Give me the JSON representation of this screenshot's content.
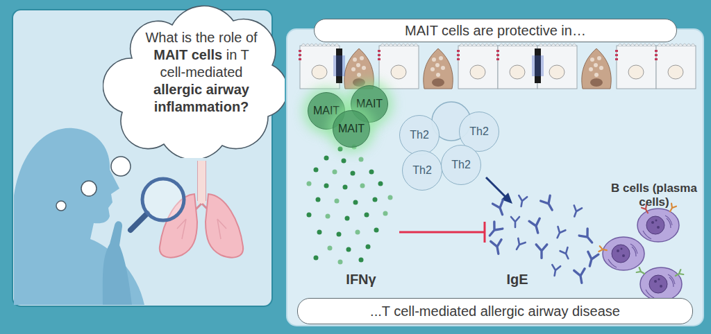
{
  "diagram": {
    "nodes": [
      {
        "text": [
          "What is the role of",
          "MAIT cells",
          "in T cell-mediated",
          "allergic airway inflammation?"
        ]
      },
      {
        "text": [
          "MAIT cells are protective in…"
        ]
      },
      {
        "text": [
          "MAIT"
        ]
      },
      {
        "text": [
          "MAIT"
        ]
      },
      {
        "text": [
          "MAIT"
        ]
      },
      {
        "text": [
          "Th2"
        ]
      },
      {
        "text": [
          "Th2"
        ]
      },
      {
        "text": [
          "Th2"
        ]
      },
      {
        "text": [
          "Th2"
        ]
      },
      {
        "text": [
          "...T cell-mediated allergic airway disease"
        ]
      }
    ],
    "labels": [
      "IFNγ",
      "IgE",
      "B cells (plasma cells)"
    ]
  }
}
